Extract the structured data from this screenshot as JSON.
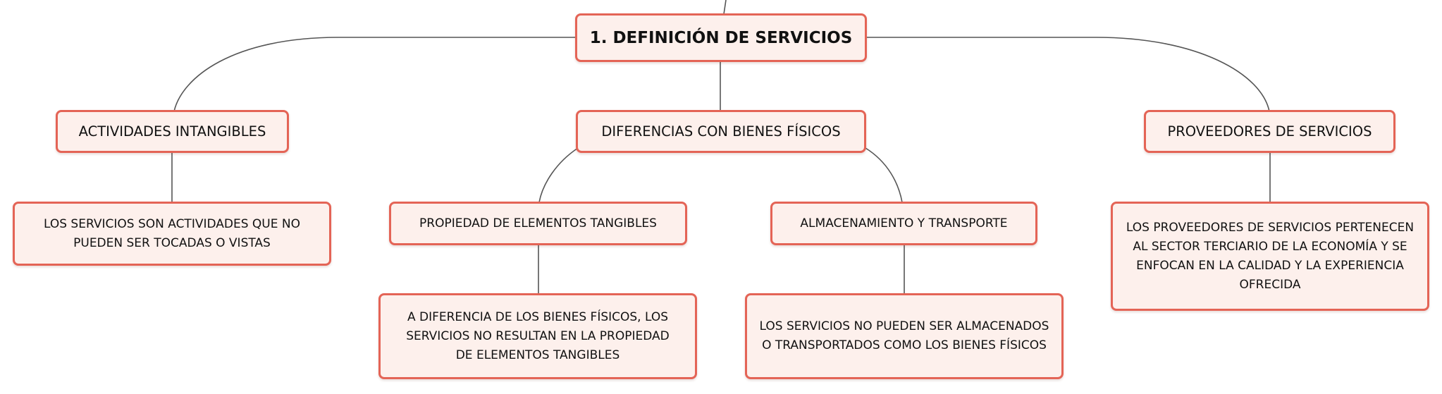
{
  "diagram": {
    "colors": {
      "node_fill": "#fdf0ec",
      "node_border": "#e46456",
      "connector": "#555555",
      "text": "#111111"
    },
    "root": {
      "label": "1. DEFINICIÓN DE SERVICIOS"
    },
    "branches": {
      "intangibles": {
        "label": "ACTIVIDADES INTANGIBLES",
        "detail": "LOS SERVICIOS SON ACTIVIDADES QUE NO PUEDEN SER TOCADAS O VISTAS"
      },
      "diferencias": {
        "label": "DIFERENCIAS CON BIENES FÍSICOS",
        "propiedad": {
          "label": "PROPIEDAD DE ELEMENTOS TANGIBLES",
          "detail": "A DIFERENCIA DE LOS BIENES FÍSICOS, LOS SERVICIOS NO RESULTAN EN LA PROPIEDAD DE ELEMENTOS TANGIBLES"
        },
        "almacenamiento": {
          "label": "ALMACENAMIENTO Y TRANSPORTE",
          "detail": "LOS SERVICIOS NO PUEDEN SER ALMACENADOS O TRANSPORTADOS COMO LOS BIENES FÍSICOS"
        }
      },
      "proveedores": {
        "label": "PROVEEDORES DE SERVICIOS",
        "detail": "LOS PROVEEDORES DE SERVICIOS PERTENECEN AL SECTOR TERCIARIO DE LA ECONOMÍA Y SE ENFOCAN EN LA CALIDAD Y LA EXPERIENCIA OFRECIDA"
      }
    }
  }
}
